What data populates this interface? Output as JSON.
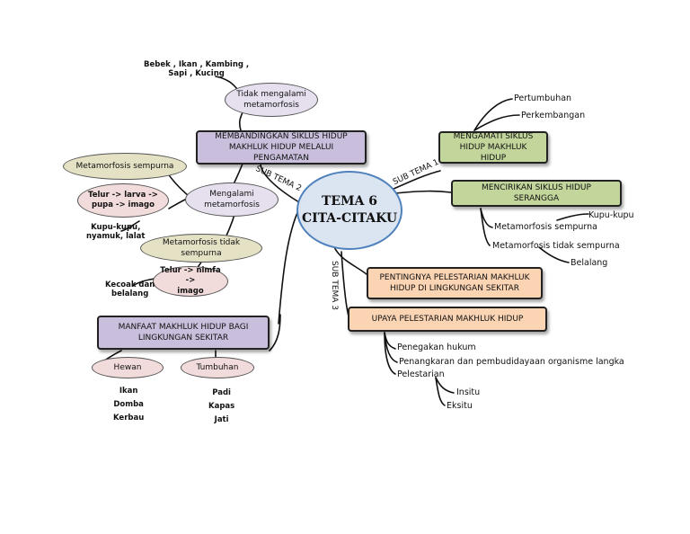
{
  "center": {
    "line1": "TEMA 6",
    "line2": "CITA-CITAKU"
  },
  "sub_labels": {
    "sub1": "SUB TEMA 1",
    "sub2": "SUB TEMA 2",
    "sub3": "SUB TEMA 3"
  },
  "left_top": {
    "animals": {
      "line1": "Bebek , Ikan , Kambing ,",
      "line2": "Sapi , Kucing"
    },
    "tidak": {
      "line1": "Tidak mengalami",
      "line2": "metamorfosis"
    },
    "main": {
      "line1": "MEMBANDINGKAN SIKLUS HIDUP",
      "line2": "MAKHLUK HIDUP MELALUI PENGAMATAN"
    },
    "mengalami": {
      "line1": "Mengalami",
      "line2": "metamorfosis"
    },
    "sempurna": "Metamorfosis sempurna",
    "telur_larva": {
      "line1": "Telur -> larva ->",
      "line2": "pupa -> imago"
    },
    "kupu": {
      "line1": "Kupu-kupu,",
      "line2": "nyamuk, lalat"
    },
    "tidak_sempurna": {
      "line1": "Metamorfosis tidak",
      "line2": "sempurna"
    },
    "telur_nimfa": {
      "line1": "Telur -> nimfa ->",
      "line2": "imago"
    },
    "kecoak": {
      "line1": "Kecoak dan",
      "line2": "belalang"
    }
  },
  "left_bottom": {
    "main": {
      "line1": "MANFAAT MAKHLUK HIDUP BAGI",
      "line2": "LINGKUNGAN SEKITAR"
    },
    "hewan": "Hewan",
    "tumbuhan": "Tumbuhan",
    "hewan_items": [
      "Ikan",
      "Domba",
      "Kerbau"
    ],
    "tumbuhan_items": [
      "Padi",
      "Kapas",
      "Jati"
    ]
  },
  "right_top": {
    "mengamati": {
      "line1": "MENGAMATI SIKLUS",
      "line2": "HIDUP MAKHLUK HIDUP"
    },
    "pertumbuhan": "Pertumbuhan",
    "perkembangan": "Perkembangan",
    "mencirikan": "MENCIRIKAN SIKLUS HIDUP SERANGGA",
    "meta_sempurna": "Metamorfosis sempurna",
    "kupu": "Kupu-kupu",
    "meta_tidak": "Metamorfosis tidak sempurna",
    "belalang": "Belalang"
  },
  "right_bottom": {
    "pentingnya": {
      "line1": "PENTINGNYA PELESTARIAN MAKHLUK",
      "line2": "HIDUP DI LINGKUNGAN SEKITAR"
    },
    "upaya": "UPAYA PELESTARIAN MAKHLUK HIDUP",
    "penegakan": "Penegakan hukum",
    "penangkaran": "Penangkaran dan pembudidayaan organisme langka",
    "pelestarian": "Pelestarian",
    "insitu": "Insitu",
    "eksitu": "Eksitu"
  },
  "colors": {
    "purple": "#c9bfdc",
    "green": "#c2d69b",
    "orange": "#fbd4b4",
    "center_fill": "#dbe5f1",
    "center_border": "#4f81bd"
  }
}
